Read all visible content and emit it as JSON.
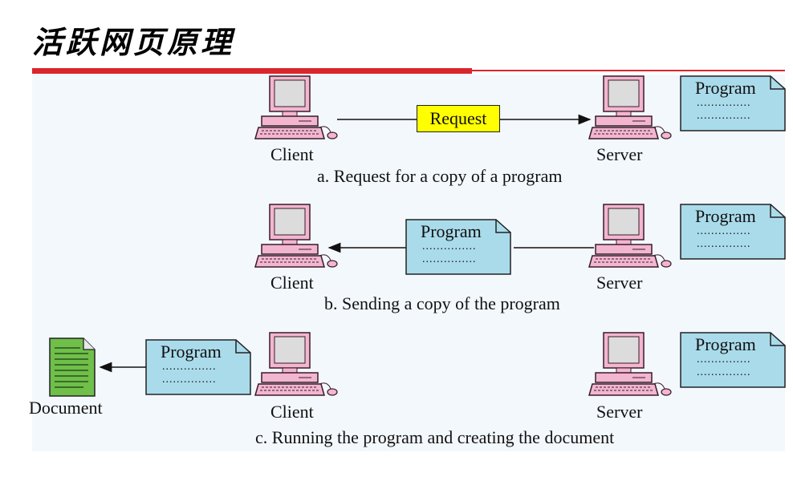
{
  "slide": {
    "title": "活跃网页原理"
  },
  "labels": {
    "client": "Client",
    "server": "Server",
    "document": "Document",
    "request": "Request",
    "program": "Program",
    "dots": "..............."
  },
  "captions": {
    "a": "a. Request for  a copy of a program",
    "b": "b. Sending a copy of the program",
    "c": "c. Running the program and creating the document"
  },
  "colors": {
    "accent_red": "#d9262b",
    "request_fill": "#ffff00",
    "program_fill": "#aadbeb",
    "computer_fill": "#f2b6cf",
    "document_fill": "#6fbf4a"
  }
}
